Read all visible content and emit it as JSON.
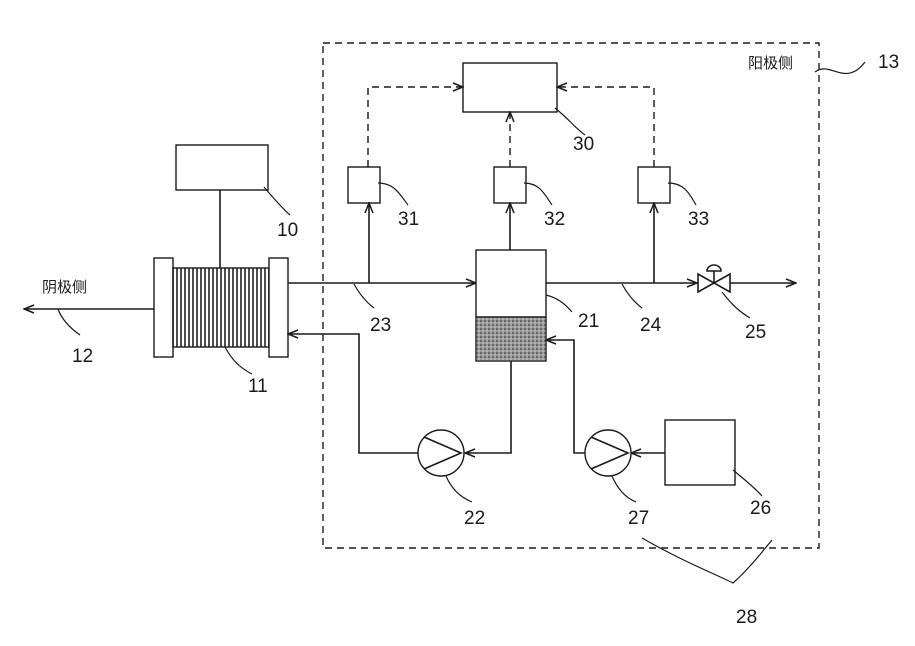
{
  "labels": {
    "anode_side": "阳极侧",
    "cathode_side": "阴极侧"
  },
  "refs": {
    "r10": "10",
    "r11": "11",
    "r12": "12",
    "r13": "13",
    "r21": "21",
    "r22": "22",
    "r23": "23",
    "r24": "24",
    "r25": "25",
    "r26": "26",
    "r27": "27",
    "r28": "28",
    "r30": "30",
    "r31": "31",
    "r32": "32",
    "r33": "33"
  }
}
